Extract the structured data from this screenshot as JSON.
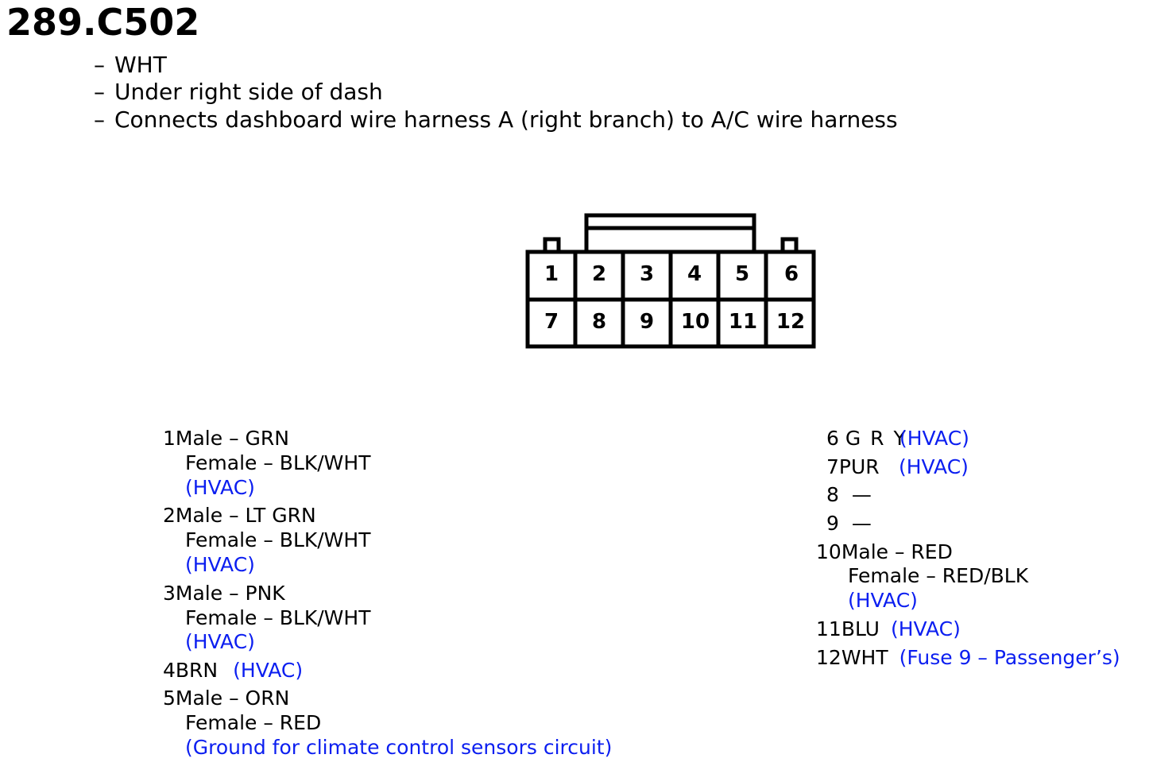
{
  "title": "289.C502",
  "description": [
    "WHT",
    "Under right side of dash",
    "Connects dashboard wire harness A (right branch) to A/C wire harness"
  ],
  "dash": "–",
  "connector": {
    "top_row": [
      "1",
      "2",
      "3",
      "4",
      "5",
      "6"
    ],
    "bottom_row": [
      "7",
      "8",
      "9",
      "10",
      "11",
      "12"
    ]
  },
  "pins_left": [
    {
      "num": "1",
      "line1": "Male – GRN",
      "line2": "Female – BLK/WHT",
      "note": "(HVAC)"
    },
    {
      "num": "2",
      "line1": "Male – LT GRN",
      "line2": "Female – BLK/WHT",
      "note": "(HVAC)"
    },
    {
      "num": "3",
      "line1": "Male – PNK",
      "line2": "Female – BLK/WHT",
      "note": "(HVAC)"
    },
    {
      "num": "4",
      "line1": "BRN",
      "note": "(HVAC)"
    },
    {
      "num": "5",
      "line1": "Male – ORN",
      "line2": "Female – RED",
      "note": "(Ground for climate control sensors circuit)"
    }
  ],
  "pins_right": [
    {
      "num": "6",
      "line1": "G R Y",
      "note": "(HVAC)"
    },
    {
      "num": "7",
      "line1": "PUR",
      "note": "(HVAC)"
    },
    {
      "num": "8",
      "line1": "—"
    },
    {
      "num": "9",
      "line1": "—"
    },
    {
      "num": "10",
      "line1": "Male – RED",
      "line2": "Female – RED/BLK",
      "note": "(HVAC)"
    },
    {
      "num": "11",
      "line1": "BLU",
      "note": "(HVAC)"
    },
    {
      "num": "12",
      "line1": "WHT",
      "note": "(Fuse 9 – Passenger’s)"
    }
  ]
}
